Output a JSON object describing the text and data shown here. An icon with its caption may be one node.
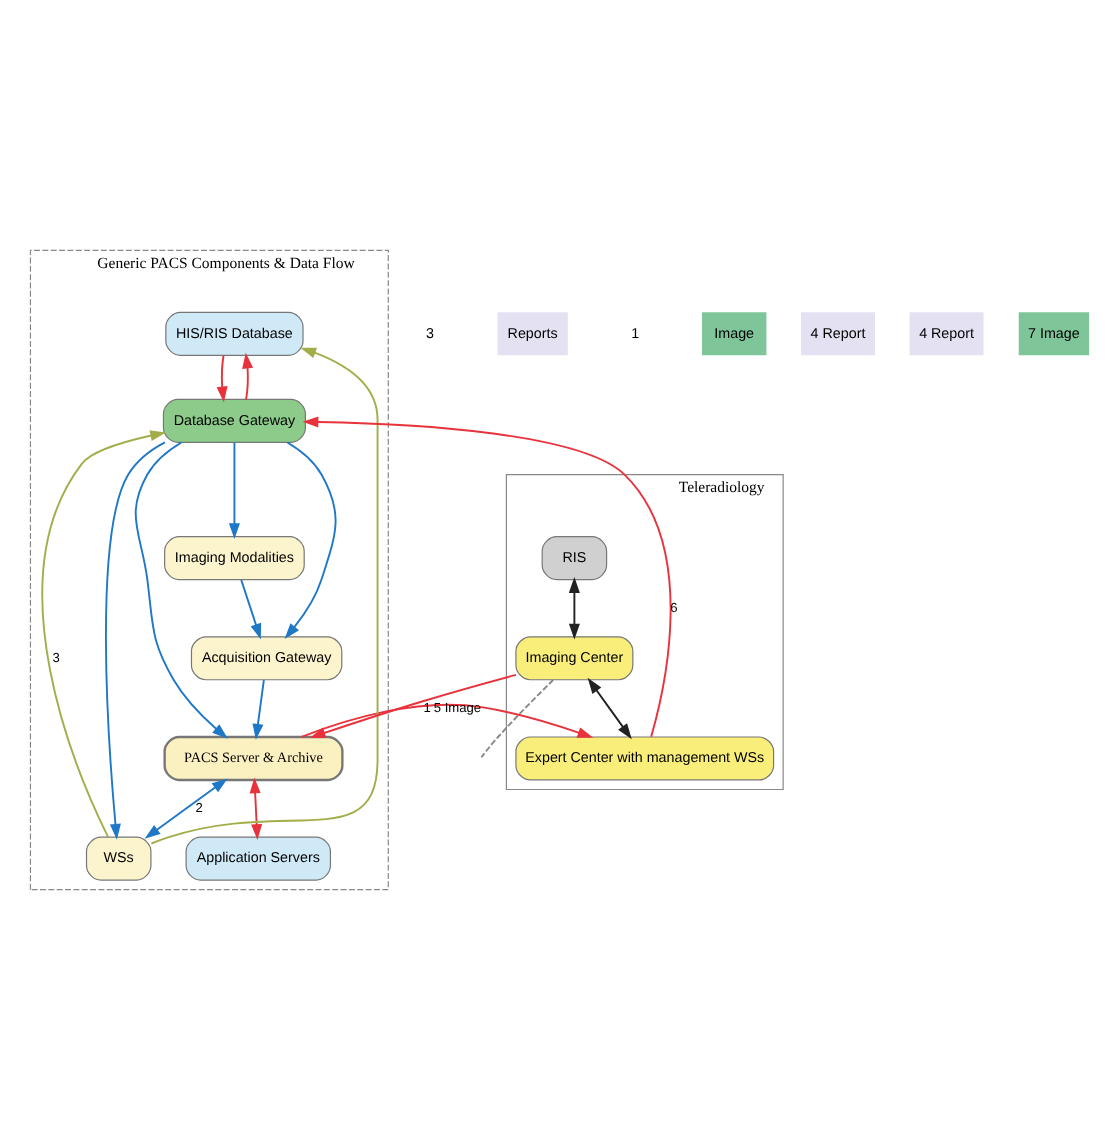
{
  "diagram": {
    "nodes": [
      {
        "text": [
          "Generic PACS Components & Data Flow"
        ]
      },
      {
        "text": [
          "HIS/RIS Database"
        ],
        "in": 0
      },
      {
        "text": [
          "Database Gateway"
        ],
        "in": 0
      },
      {
        "text": [
          "Imaging Modalities"
        ],
        "in": 0
      },
      {
        "text": [
          "Acquisition Gateway"
        ],
        "in": 0
      },
      {
        "text": [
          "PACS Server & Archive"
        ],
        "in": 0
      },
      {
        "text": [
          "WSs"
        ],
        "in": 0
      },
      {
        "text": [
          "Application Servers"
        ],
        "in": 0
      },
      {
        "text": [
          "Teleradiology"
        ]
      },
      {
        "text": [
          "RIS"
        ],
        "in": 8
      },
      {
        "text": [
          "Imaging Center"
        ],
        "in": 8
      },
      {
        "text": [
          "Expert Center with management WSs"
        ],
        "in": 8
      }
    ],
    "edges": [
      {
        "from": 2,
        "to": 1,
        "arrow": "to",
        "color": "#e8323c"
      },
      {
        "from": 1,
        "to": 2,
        "arrow": "to",
        "color": "#e8323c"
      },
      {
        "from": 6,
        "to": 2,
        "arrow": "to",
        "label": "3",
        "color": "#a3ad4a"
      },
      {
        "from": 6,
        "to": 1,
        "arrow": "to",
        "color": "#a3ad4a"
      },
      {
        "from": 2,
        "to": 3,
        "arrow": "to"
      },
      {
        "from": 2,
        "to": 4,
        "arrow": "to"
      },
      {
        "from": 2,
        "to": 5,
        "arrow": "to"
      },
      {
        "from": 2,
        "to": 6,
        "arrow": "to"
      },
      {
        "from": 3,
        "to": 4,
        "arrow": "to"
      },
      {
        "from": 4,
        "to": 5,
        "arrow": "to"
      },
      {
        "from": 5,
        "to": 6,
        "arrow": "both",
        "label": "2"
      },
      {
        "from": 5,
        "to": 7,
        "arrow": "both",
        "color": "#e8323c"
      },
      {
        "from": 10,
        "to": 5,
        "arrow": "to",
        "label": "1",
        "color": "#e8323c"
      },
      {
        "from": 5,
        "to": 11,
        "arrow": "to",
        "label": "5 Image",
        "color": "#e8323c"
      },
      {
        "from": 11,
        "to": 2,
        "arrow": "to",
        "label": "6",
        "color": "#e8323c"
      },
      {
        "from": 9,
        "to": 10,
        "arrow": "both",
        "color": "#222222"
      },
      {
        "from": 10,
        "to": 11,
        "arrow": "both",
        "color": "#222222"
      },
      {
        "from": 10,
        "to": null,
        "arrow": "none",
        "style": "dashed",
        "color": "#888888"
      }
    ],
    "labels": [
      "3",
      "Reports",
      "1",
      "Image",
      "4 Report",
      "4 Report",
      "7 Image"
    ]
  }
}
